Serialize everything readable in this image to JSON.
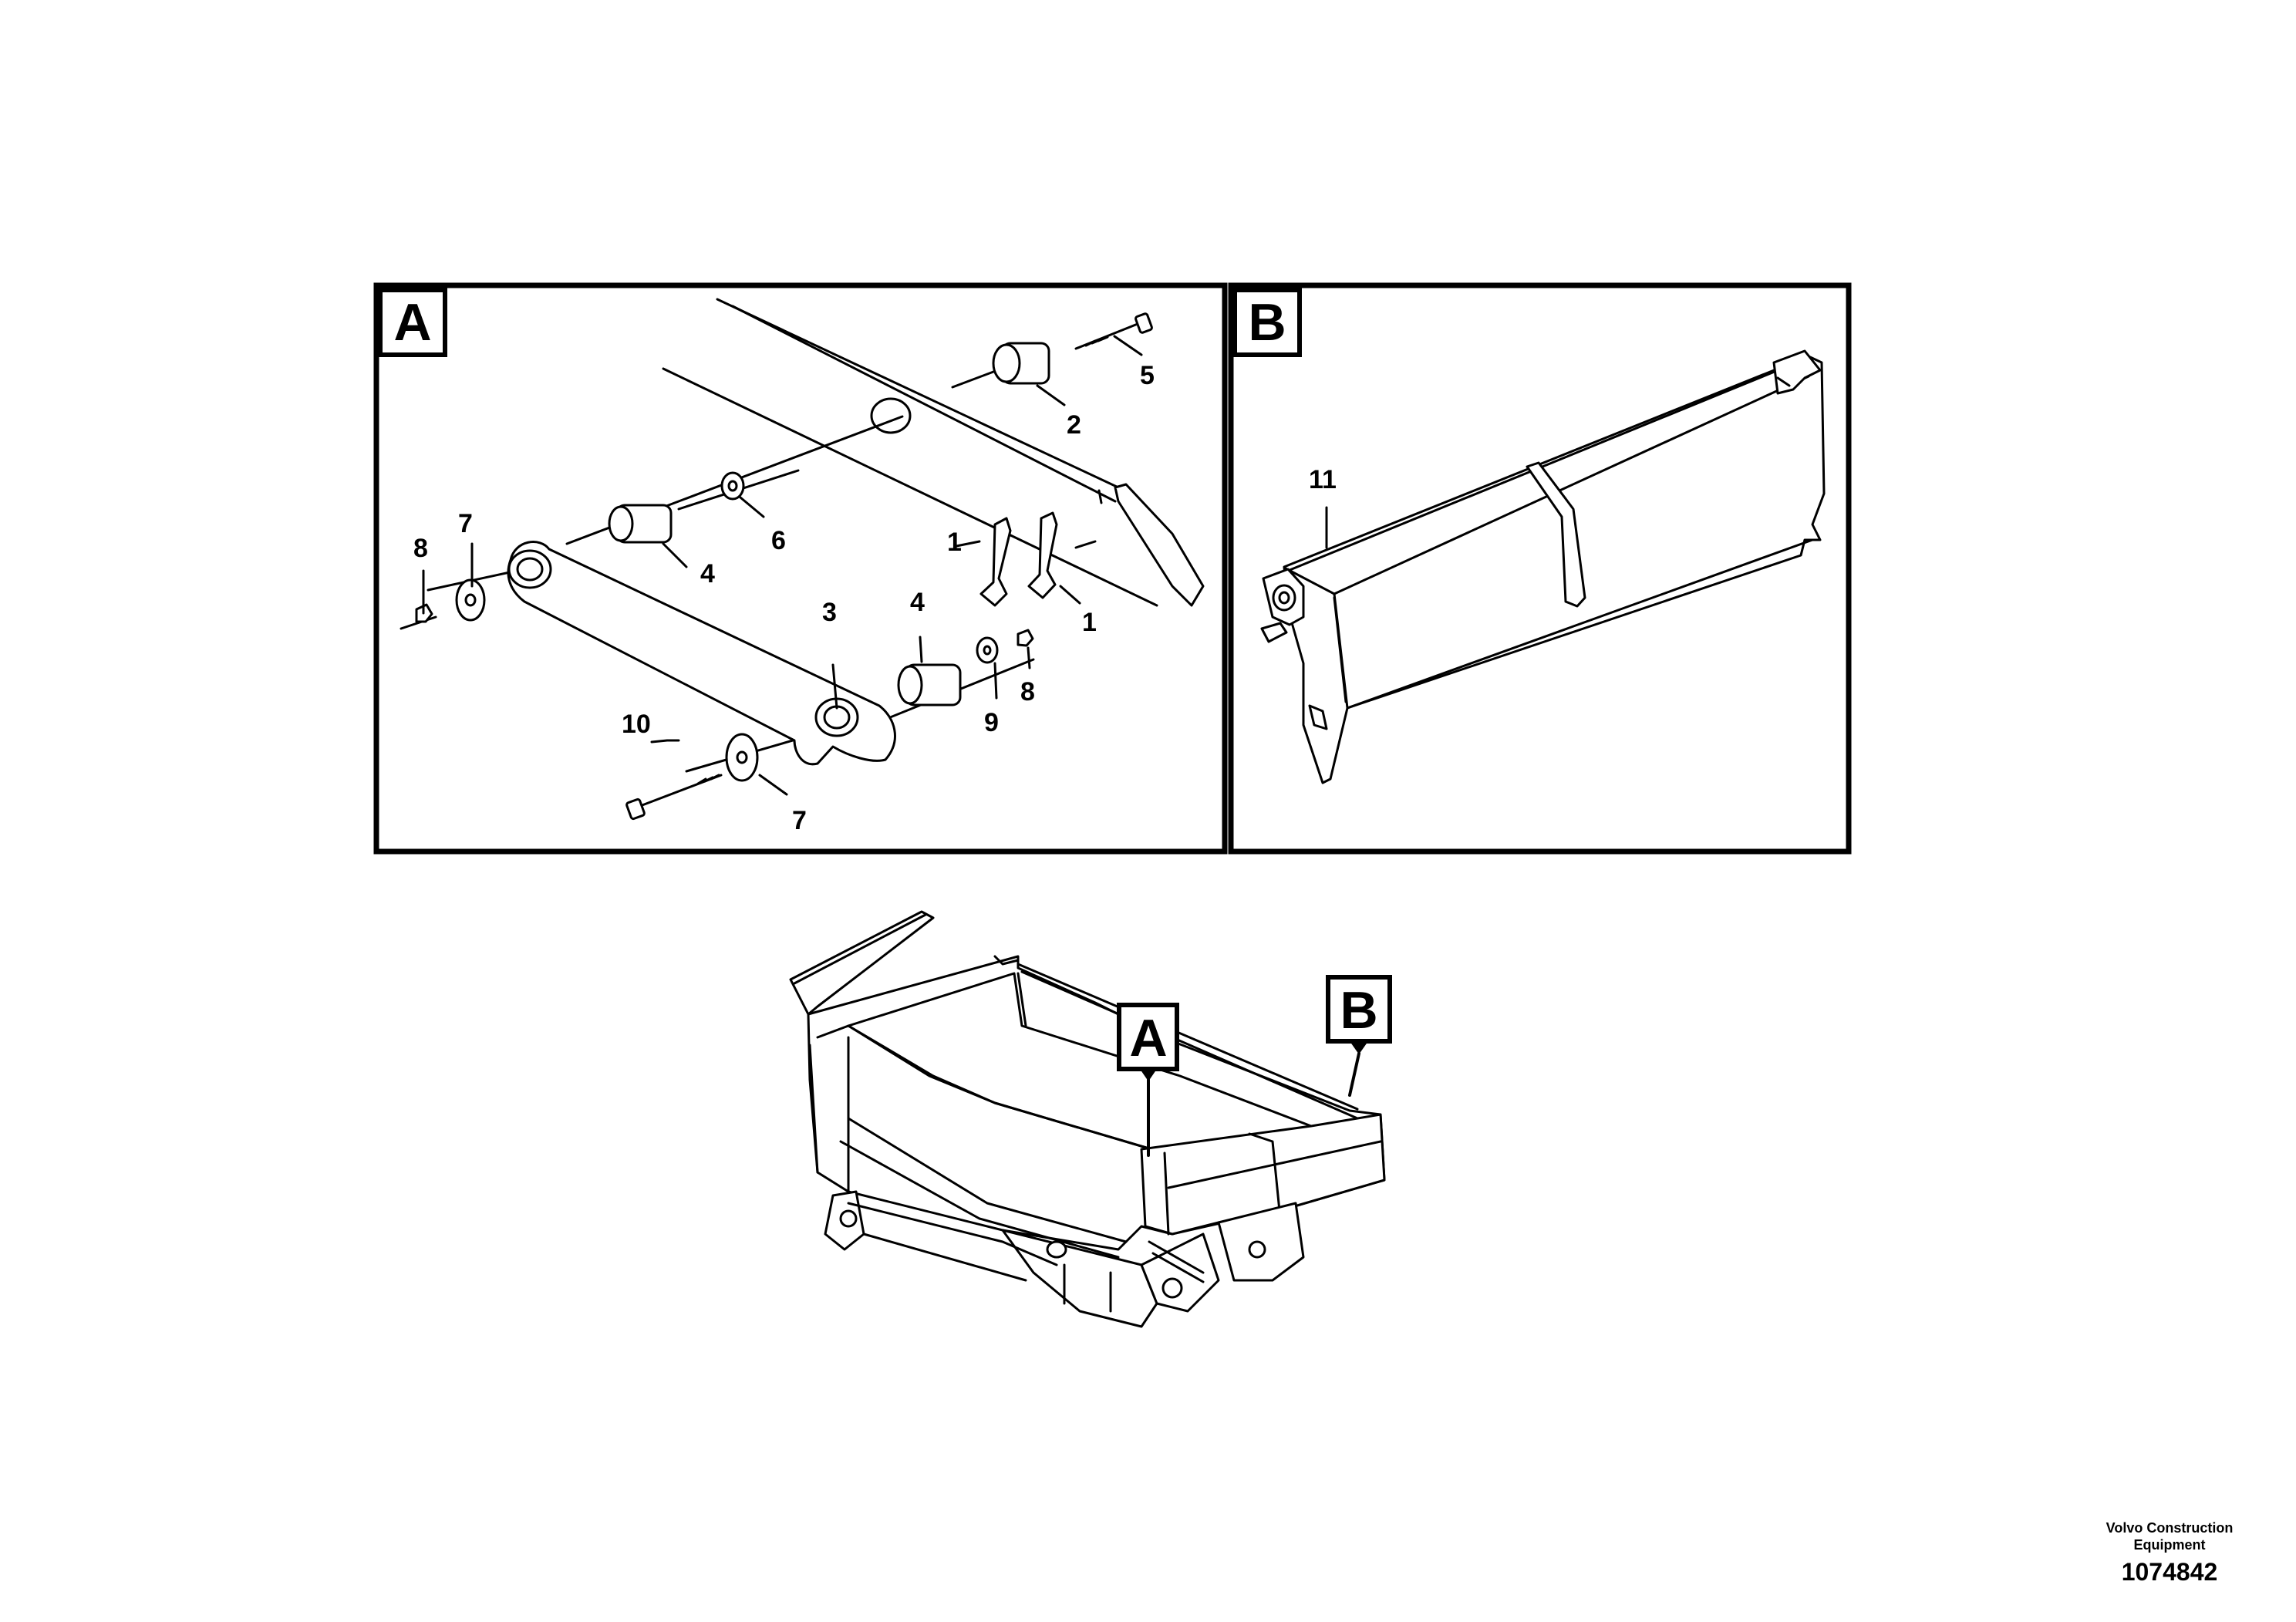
{
  "panels": {
    "a_label": "A",
    "b_label": "B"
  },
  "callouts": {
    "a": [
      "1",
      "1",
      "2",
      "3",
      "4",
      "4",
      "5",
      "6",
      "7",
      "7",
      "8",
      "8",
      "9",
      "10"
    ],
    "b": [
      "11"
    ]
  },
  "overview": {
    "a_label": "A",
    "b_label": "B"
  },
  "footer": {
    "company": "Volvo Construction Equipment",
    "drawing_number": "1074842"
  }
}
